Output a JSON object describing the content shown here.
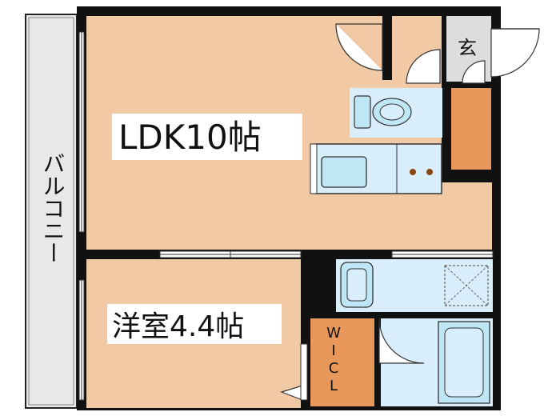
{
  "rooms": {
    "ldk": "LDK10帖",
    "western": "洋室4.4帖",
    "balcony": "バルコニー",
    "entrance": "玄",
    "wic": [
      "W",
      "I",
      "C",
      "L"
    ]
  },
  "colors": {
    "floor_wood": "#F1C9A5",
    "wet_area": "#D8EEFA",
    "storage": "#E8985A",
    "balcony": "#E8E8E8",
    "wall": "#111111",
    "entrance": "#DDDDDD"
  },
  "icons": [
    "toilet-icon",
    "kitchen-sink-icon",
    "stove-burner-icon",
    "washbasin-icon",
    "washer-pan-icon",
    "bathtub-icon",
    "door-swing-icon",
    "sliding-window-icon"
  ]
}
